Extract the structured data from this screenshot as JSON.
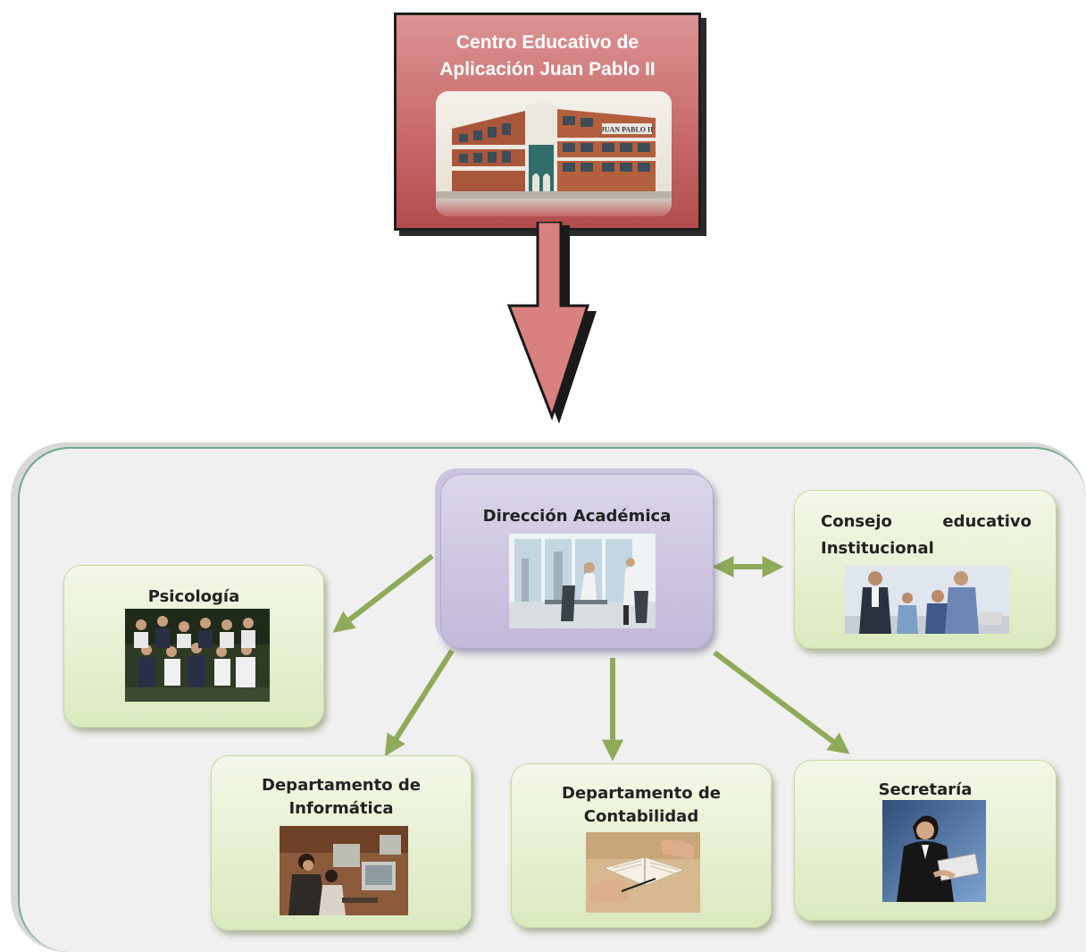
{
  "top": {
    "title_line1": "Centro Educativo de",
    "title_line2": "Aplicación Juan Pablo II",
    "building_sign": "JUAN PABLO II"
  },
  "nodes": {
    "direccion": {
      "label": "Dirección Académica"
    },
    "psicologia": {
      "label": "Psicología"
    },
    "consejo": {
      "label_word1": "Consejo",
      "label_word2": "educativo",
      "label_line2": "Institucional"
    },
    "informatica": {
      "label_line1": "Departamento de",
      "label_line2": "Informática"
    },
    "contabilidad": {
      "label_line1": "Departamento de",
      "label_line2": "Contabilidad"
    },
    "secretaria": {
      "label": "Secretaría"
    }
  },
  "colors": {
    "top_box": "#c86a6a",
    "arrow_fill": "#d98080",
    "container_border": "#6dab88",
    "container_bg": "#f0f0f0",
    "node_green": "#dbe9be",
    "node_purple": "#c2b8d9",
    "connector": "#8eab5a"
  }
}
